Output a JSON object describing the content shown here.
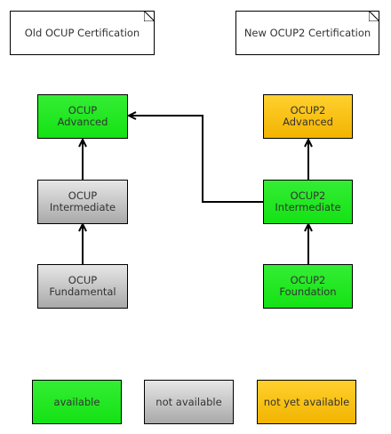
{
  "notes": {
    "old": "Old OCUP Certification",
    "new": "New OCUP2 Certification"
  },
  "boxes": {
    "ocup_advanced": {
      "line1": "OCUP",
      "line2": "Advanced"
    },
    "ocup_intermediate": {
      "line1": "OCUP",
      "line2": "Intermediate"
    },
    "ocup_fundamental": {
      "line1": "OCUP",
      "line2": "Fundamental"
    },
    "ocup2_advanced": {
      "line1": "OCUP2",
      "line2": "Advanced"
    },
    "ocup2_intermediate": {
      "line1": "OCUP2",
      "line2": "Intermediate"
    },
    "ocup2_foundation": {
      "line1": "OCUP2",
      "line2": "Foundation"
    }
  },
  "legend": {
    "available": "available",
    "not_available": "not available",
    "not_yet_available": "not yet available"
  },
  "colors": {
    "available": "#1ee81e",
    "not_available": "#c8c8c8",
    "not_yet_available": "#fbc617"
  }
}
